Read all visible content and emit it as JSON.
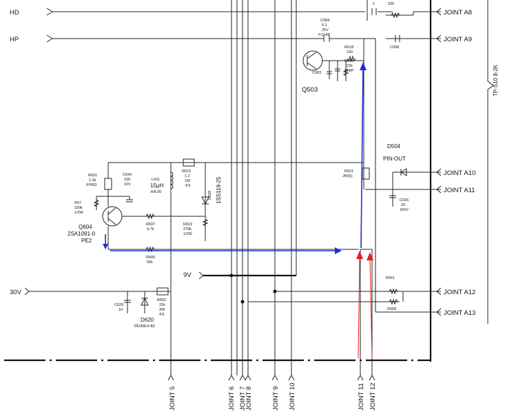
{
  "signals": {
    "hd": "HD",
    "hp": "HP",
    "v30": "30V",
    "v9": "9V"
  },
  "joints_right": {
    "a8": "JOINT A8",
    "a9": "JOINT A9",
    "a10": "JOINT A10",
    "a11": "JOINT A11",
    "a12": "JOINT A12",
    "a13": "JOINT A13"
  },
  "joints_bottom": {
    "j5": "JOINT 5",
    "j6": "JOINT 6",
    "j7": "JOINT 7",
    "j8": "JOINT 8",
    "j9": "JOINT 9",
    "j10": "JOINT 10",
    "j11": "JOINT 11",
    "j12": "JOINT 12"
  },
  "components": {
    "c584": [
      "C584",
      "0.1",
      "25V",
      "F.CHIP"
    ],
    "r518": [
      "R518",
      "100"
    ],
    "r516": [
      "R516",
      "22k",
      "CHIP"
    ],
    "c583": "C583",
    "q503": "Q503",
    "top_partial": [
      "1",
      "330"
    ],
    "c508": "C508",
    "d504": "D504",
    "pin_out": "PIN-OUT",
    "r521": [
      "R521",
      "JW(5)"
    ],
    "c506": [
      "C506",
      "33",
      "160V"
    ],
    "r601": [
      "R601",
      "1.2k",
      ":FPRD"
    ],
    "c643": [
      "C643",
      "100",
      "10V"
    ],
    "l601": [
      "L601",
      "15μH",
      "±HL05"
    ],
    "r615": [
      "R615",
      "1.2",
      "1W",
      ":FS"
    ],
    "d628": [
      "D628",
      "1SS119-25"
    ],
    "r57": [
      "R57",
      "220k",
      "1/2W"
    ],
    "q604": [
      "Q604",
      "2SA1091-0",
      "PE2"
    ],
    "r607": [
      "R607",
      "4.7k"
    ],
    "r619": [
      "R619",
      "270k",
      "1/2W"
    ],
    "r600": [
      "R600",
      "56k"
    ],
    "c629": [
      "C629",
      "10"
    ],
    "d620": [
      "D620",
      "RD30ES-B2"
    ],
    "r652": [
      "R652",
      "22k",
      "3W",
      ":FS"
    ],
    "r661": "R661",
    "r668": "R668",
    "vertical_title": "TP-S10 8-2K"
  }
}
